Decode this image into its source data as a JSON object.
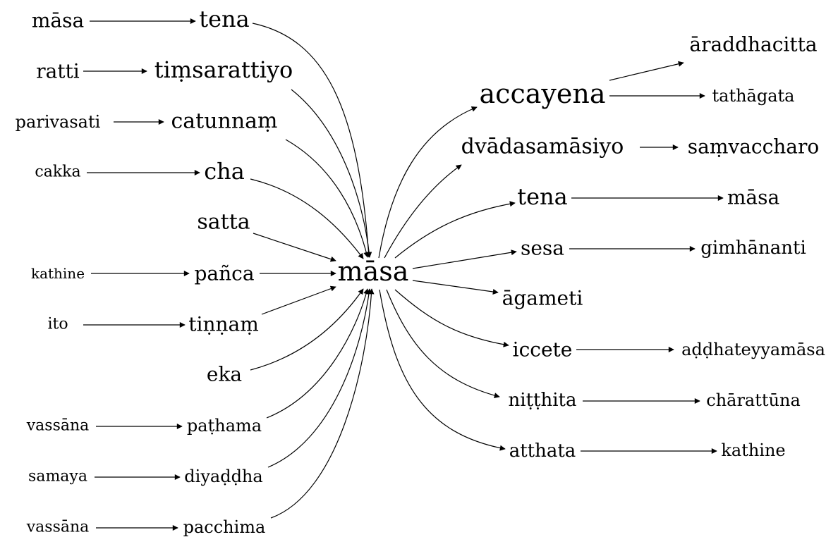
{
  "graph": {
    "center": "māsa",
    "left_pairs": [
      {
        "source": "māsa",
        "target": "tena"
      },
      {
        "source": "ratti",
        "target": "tiṃsarattiyo"
      },
      {
        "source": "parivasati",
        "target": "catunnaṃ"
      },
      {
        "source": "cakka",
        "target": "cha"
      },
      {
        "source": "",
        "target": "satta"
      },
      {
        "source": "kathine",
        "target": "pañca"
      },
      {
        "source": "ito",
        "target": "tiṇṇaṃ"
      },
      {
        "source": "",
        "target": "eka"
      },
      {
        "source": "vassāna",
        "target": "paṭhama"
      },
      {
        "source": "samaya",
        "target": "diyaḍḍha"
      },
      {
        "source": "vassāna",
        "target": "pacchima"
      }
    ],
    "right_pairs": [
      {
        "first": "accayena",
        "second": [
          "āraddhacitta",
          "tathāgata"
        ]
      },
      {
        "first": "dvādasamāsiyo",
        "second": [
          "saṃvaccharo"
        ]
      },
      {
        "first": "tena",
        "second": [
          "māsa"
        ]
      },
      {
        "first": "sesa",
        "second": [
          "gimhānanti"
        ]
      },
      {
        "first": "āgameti",
        "second": []
      },
      {
        "first": "iccete",
        "second": [
          "aḍḍhateyyamāsa"
        ]
      },
      {
        "first": "niṭṭhita",
        "second": [
          "chārattūna"
        ]
      },
      {
        "first": "atthata",
        "second": [
          "kathine"
        ]
      }
    ]
  }
}
